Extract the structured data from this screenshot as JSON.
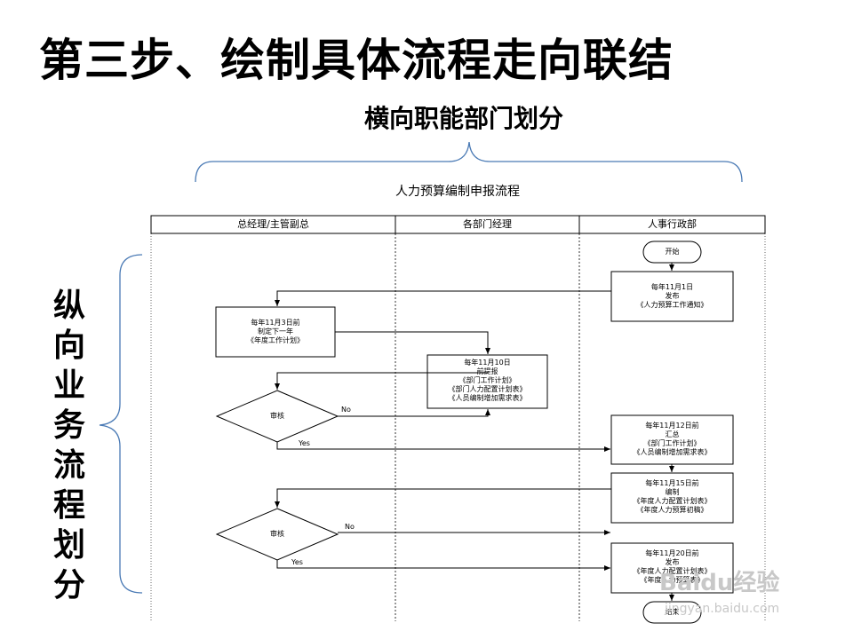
{
  "slide": {
    "title": "第三步、绘制具体流程走向联结",
    "horizontal_label": "横向职能部门划分",
    "vertical_label": "纵向业务流程划分"
  },
  "flowchart": {
    "title": "人力预算编制申报流程",
    "lanes": [
      "总经理/主管副总",
      "各部门经理",
      "人事行政部"
    ],
    "nodes": {
      "start": "开始",
      "notice": "每年11月1日\n发布\n《人力预算工作通知》",
      "plan": "每年11月3日前\n制定下一年\n《年度工作计划》",
      "dept_submit": "每年11月10日\n前提报\n《部门工作计划》\n《部门人力配置计划表》\n《人员编制增加需求表》",
      "review1": "审核",
      "summary": "每年11月12日前\n汇总\n《部门工作计划》\n《人员编制增加需求表》",
      "compile": "每年11月15日前\n编制\n《年度人力配置计划表》\n《年度人力预算初稿》",
      "review2": "审核",
      "publish": "每年11月20日前\n发布\n《年度人力配置计划表》\n《年度人力预算表》",
      "end": "结束"
    },
    "edge_labels": {
      "no1": "No",
      "yes1": "Yes",
      "no2": "No",
      "yes2": "Yes"
    }
  },
  "watermark": {
    "brand": "Baidu经验",
    "url": "jingyan.baidu.com"
  }
}
